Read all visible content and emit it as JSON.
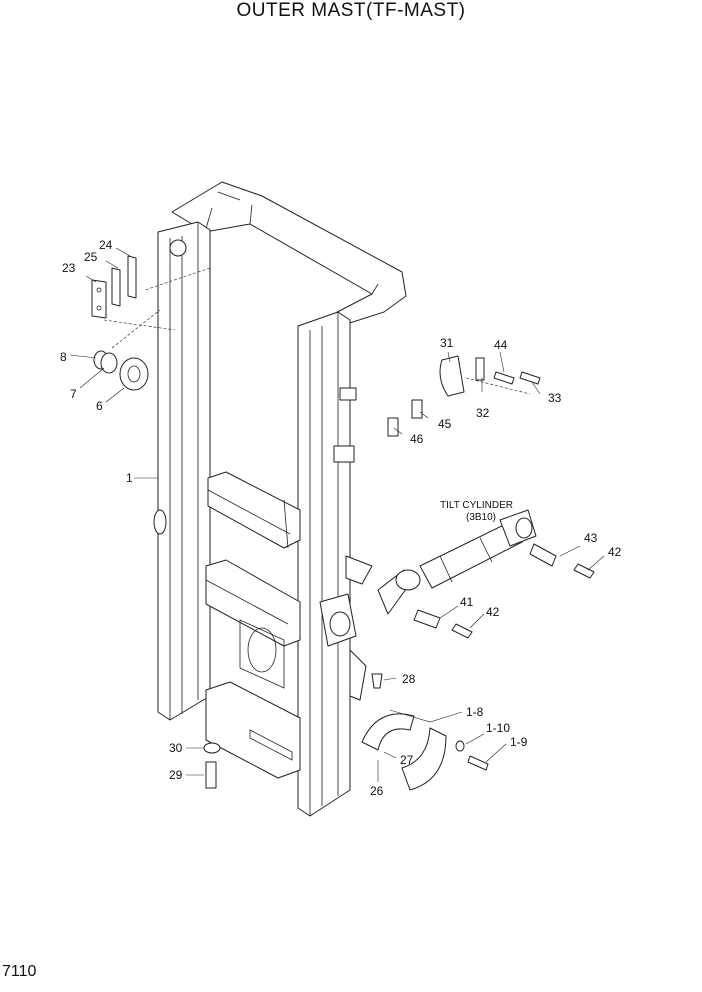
{
  "title": "OUTER MAST(TF-MAST)",
  "page_number": "7110",
  "assembly_note": {
    "line1": "TILT CYLINDER",
    "line2": "(3B10)"
  },
  "callouts": {
    "p1": "1",
    "p6": "6",
    "p7": "7",
    "p8": "8",
    "p23": "23",
    "p24": "24",
    "p25": "25",
    "p26": "26",
    "p27": "27",
    "p28": "28",
    "p29": "29",
    "p30": "30",
    "p31": "31",
    "p32": "32",
    "p33": "33",
    "p41": "41",
    "p42a": "42",
    "p42b": "42",
    "p43": "43",
    "p44": "44",
    "p45": "45",
    "p46": "46",
    "p1_8": "1-8",
    "p1_9": "1-9",
    "p1_10": "1-10"
  }
}
